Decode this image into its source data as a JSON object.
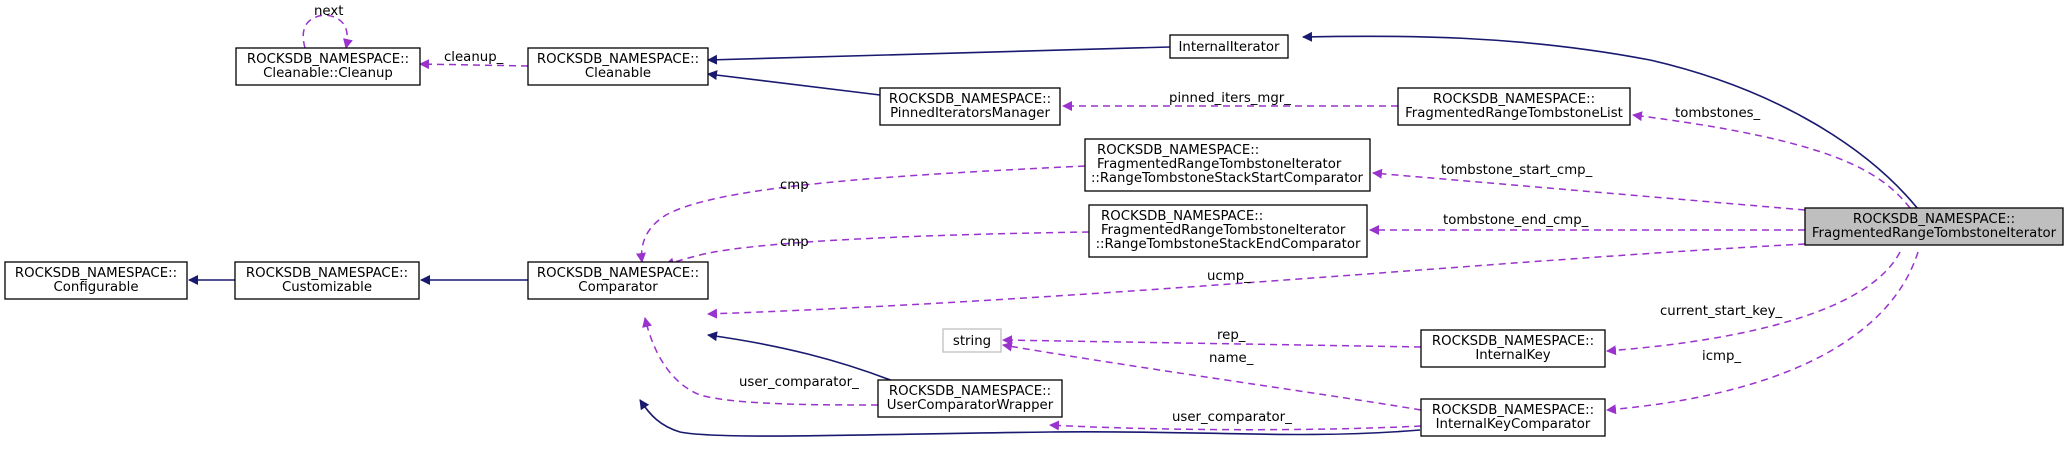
{
  "nodes": {
    "internal_iterator": {
      "lines": [
        "InternalIterator"
      ]
    },
    "cleanable": {
      "lines": [
        "ROCKSDB_NAMESPACE::",
        "Cleanable"
      ]
    },
    "cleanup": {
      "lines": [
        "ROCKSDB_NAMESPACE::",
        "Cleanable::Cleanup"
      ]
    },
    "pinned_iterators_manager": {
      "lines": [
        "ROCKSDB_NAMESPACE::",
        "PinnedIteratorsManager"
      ]
    },
    "fragmented_range_tombstone_list": {
      "lines": [
        "ROCKSDB_NAMESPACE::",
        "FragmentedRangeTombstoneList"
      ]
    },
    "start_comparator": {
      "lines": [
        "ROCKSDB_NAMESPACE::",
        "FragmentedRangeTombstoneIterator",
        "::RangeTombstoneStackStartComparator"
      ]
    },
    "end_comparator": {
      "lines": [
        "ROCKSDB_NAMESPACE::",
        "FragmentedRangeTombstoneIterator",
        "::RangeTombstoneStackEndComparator"
      ]
    },
    "fragmented_range_tombstone_iterator": {
      "lines": [
        "ROCKSDB_NAMESPACE::",
        "FragmentedRangeTombstoneIterator"
      ]
    },
    "configurable": {
      "lines": [
        "ROCKSDB_NAMESPACE::",
        "Configurable"
      ]
    },
    "customizable": {
      "lines": [
        "ROCKSDB_NAMESPACE::",
        "Customizable"
      ]
    },
    "comparator": {
      "lines": [
        "ROCKSDB_NAMESPACE::",
        "Comparator"
      ]
    },
    "string": {
      "lines": [
        "string"
      ]
    },
    "internal_key": {
      "lines": [
        "ROCKSDB_NAMESPACE::",
        "InternalKey"
      ]
    },
    "user_comparator_wrapper": {
      "lines": [
        "ROCKSDB_NAMESPACE::",
        "UserComparatorWrapper"
      ]
    },
    "internal_key_comparator": {
      "lines": [
        "ROCKSDB_NAMESPACE::",
        "InternalKeyComparator"
      ]
    }
  },
  "edge_labels": {
    "next": "next",
    "cleanup": "cleanup_",
    "pinned_iters_mgr": "pinned_iters_mgr_",
    "tombstones": "tombstones_",
    "tombstone_start_cmp": "tombstone_start_cmp_",
    "tombstone_end_cmp": "tombstone_end_cmp_",
    "cmp_start": "cmp",
    "cmp_end": "cmp",
    "ucmp": "ucmp_",
    "current_start_key": "current_start_key_",
    "icmp": "icmp_",
    "rep": "rep_",
    "name": "name_",
    "user_comparator_left": "user_comparator_",
    "user_comparator_right": "user_comparator_"
  },
  "colors": {
    "inheritance": "#191970",
    "usage": "#9a32cd",
    "highlight_fill": "#bfbfbf"
  }
}
